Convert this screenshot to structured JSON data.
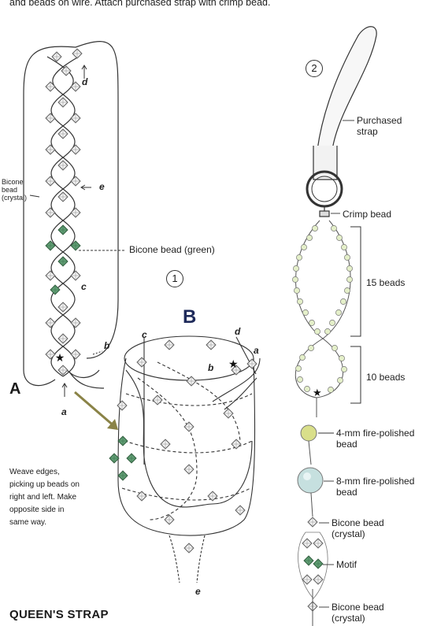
{
  "header": "and beads on wire. Attach purchased strap with crimp bead.",
  "labels": {
    "A": "A",
    "B": "B",
    "step1": "1",
    "step2": "2",
    "a_top": "a",
    "a_bottom": "a",
    "b_left": "b",
    "b_top": "b",
    "c_left": "c",
    "c_top": "c",
    "d_left": "d",
    "d_top": "d",
    "e_left": "e",
    "e_bottom": "e",
    "bicone_crystal_small": "Bicone bead (crystal)",
    "bicone_green": "Bicone bead (green)",
    "purchased_strap": "Purchased strap",
    "crimp_bead": "Crimp bead",
    "fifteen_beads": "15 beads",
    "ten_beads": "10 beads",
    "fire_4mm": "4-mm fire-polished bead",
    "fire_8mm": "8-mm fire-polished bead",
    "bicone_crystal_1": "Bicone bead (crystal)",
    "motif": "Motif",
    "bicone_crystal_2": "Bicone bead (crystal)"
  },
  "instructions": "Weave edges, picking up beads on right and left. Make opposite side in same way.",
  "caption": "QUEEN'S STRAP"
}
